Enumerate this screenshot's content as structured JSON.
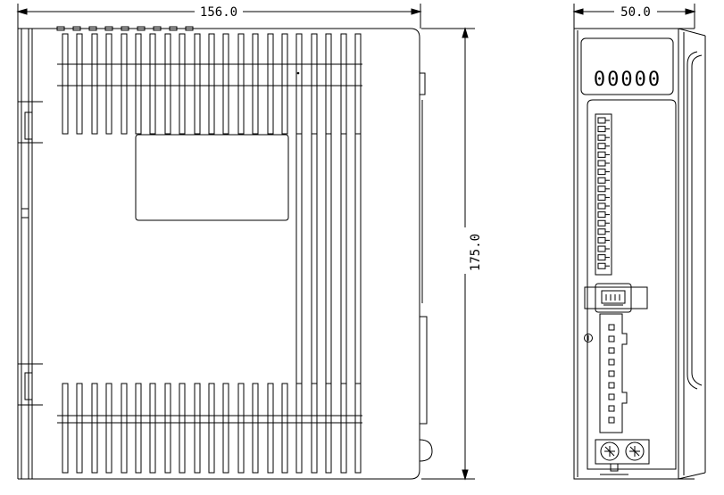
{
  "drawing": {
    "dimensions": {
      "width": "156.0",
      "height": "175.0",
      "depth": "50.0"
    },
    "display_digits": "00000",
    "colors": {
      "line": "#000000",
      "background": "#ffffff"
    }
  }
}
